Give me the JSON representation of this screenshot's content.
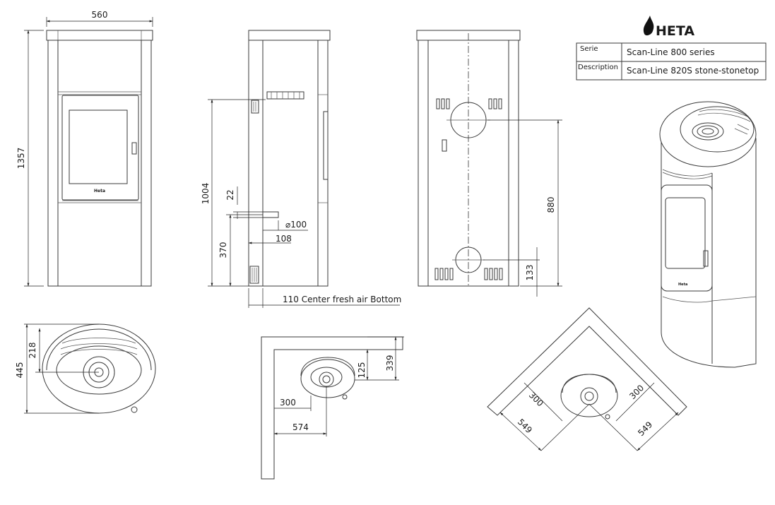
{
  "brand": {
    "logo_text": "HETA"
  },
  "title_block": {
    "rows": [
      {
        "key": "Serie",
        "value": "Scan-Line 800 series"
      },
      {
        "key": "Description",
        "value": "Scan-Line 820S stone-stonetop"
      }
    ]
  },
  "front_view": {
    "width_dim": "560",
    "height_dim": "1357",
    "badge": "Heta"
  },
  "side_view": {
    "outlet_height_dim": "1004",
    "top_offset_dim": "22",
    "air_inlet_height_dim": "370",
    "pipe_diameter_dim": "⌀100",
    "pipe_length_dim": "108",
    "bottom_note": "110 Center fresh air Bottom"
  },
  "rear_view": {
    "outlet_height_dim": "880",
    "inlet_height_dim": "133"
  },
  "plan_view": {
    "depth_dim": "445",
    "center_dim": "218"
  },
  "wall_plan": {
    "dim_339": "339",
    "dim_125": "125",
    "dim_300": "300",
    "dim_574": "574"
  },
  "corner_plan": {
    "dim_300_left": "300",
    "dim_300_right": "300",
    "dim_549_left": "549",
    "dim_549_right": "549"
  },
  "perspective_view": {
    "badge": "Heta"
  }
}
